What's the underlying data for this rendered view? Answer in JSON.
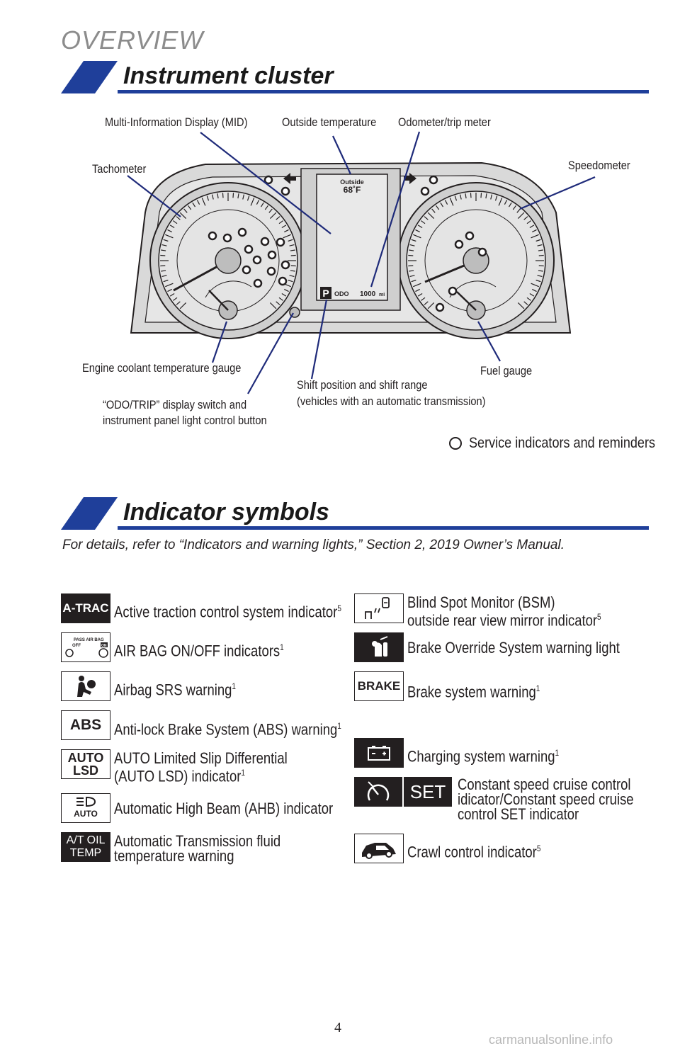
{
  "header": {
    "overview": "OVERVIEW"
  },
  "cluster_section": {
    "title": "Instrument cluster",
    "labels": {
      "mid": "Multi-Information Display (MID)",
      "outside_temp": "Outside temperature",
      "odometer": "Odometer/trip meter",
      "tachometer": "Tachometer",
      "speedometer": "Speedometer",
      "coolant": "Engine coolant temperature gauge",
      "fuel": "Fuel gauge",
      "shift_line1": "Shift position and shift range",
      "shift_line2": "(vehicles with an automatic transmission)",
      "odo_switch_line1": "“ODO/TRIP” display switch and",
      "odo_switch_line2": "instrument panel light control button"
    },
    "display": {
      "outside": "Outside",
      "temp": "68˚F",
      "gear": "P",
      "odo": "ODO",
      "mileage": "1000",
      "unit": "mi"
    },
    "legend": "Service indicators and reminders"
  },
  "indicator_section": {
    "title": "Indicator symbols",
    "note": "For details, refer to “Indicators and warning lights,” Section 2, 2019 Owner’s Manual.",
    "left": [
      {
        "icon": "A-TRAC",
        "text": "Active traction control system indicator",
        "sup": "5"
      },
      {
        "icon": "PASS AIR BAG OFF ON",
        "text": "AIR BAG ON/OFF indicators",
        "sup": "1"
      },
      {
        "icon": "airbag-icon",
        "text": "Airbag SRS warning",
        "sup": "1"
      },
      {
        "icon": "ABS",
        "text": "Anti-lock Brake System (ABS) warning",
        "sup": "1"
      },
      {
        "icon_line1": "AUTO",
        "icon_line2": "LSD",
        "line1": "AUTO Limited Slip Differential",
        "line2": "(AUTO LSD) indicator",
        "sup": "1"
      },
      {
        "icon": "AUTO",
        "text": "Automatic High Beam (AHB) indicator"
      },
      {
        "icon_line1": "A/T OIL",
        "icon_line2": "TEMP",
        "line1": "Automatic Transmission fluid",
        "line2": "temperature warning"
      }
    ],
    "right": [
      {
        "icon": "bsm-icon",
        "line1": "Blind Spot Monitor (BSM)",
        "line2": "outside rear view mirror indicator",
        "sup": "5"
      },
      {
        "icon": "brake-override-icon",
        "text": "Brake Override System warning light"
      },
      {
        "icon": "BRAKE",
        "text": "Brake system warning",
        "sup": "1"
      },
      {
        "icon": "battery-icon",
        "text": "Charging system warning",
        "sup": "1"
      },
      {
        "icon": "SET",
        "line1": "Constant speed cruise control",
        "line2": "idicator/Constant speed cruise",
        "line3": "control SET indicator"
      },
      {
        "icon": "crawl-icon",
        "text": "Crawl control indicator",
        "sup": "5"
      }
    ]
  },
  "footer": {
    "page": "4",
    "watermark": "carmanualsonline.info"
  }
}
